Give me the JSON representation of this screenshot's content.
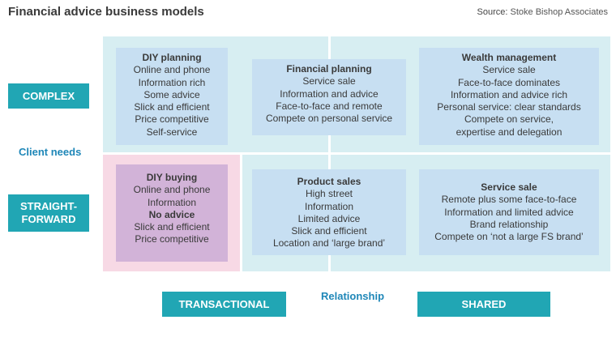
{
  "title": "Financial advice business models",
  "source": {
    "prefix": "Source:",
    "value": "Stoke Bishop Associates"
  },
  "axes": {
    "vertical_label": "Client needs",
    "horizontal_label": "Relationship",
    "rows": [
      "COMPLEX",
      "STRAIGHT-\nFORWARD"
    ],
    "columns": [
      "TRANSACTIONAL",
      "SHARED"
    ]
  },
  "boxes": {
    "diy_planning": {
      "heading": "DIY planning",
      "lines": [
        "Online and phone",
        "Information rich",
        "Some advice",
        "Slick and efficient",
        "Price competitive",
        "Self-service"
      ]
    },
    "financial_planning": {
      "heading": "Financial planning",
      "lines": [
        "Service sale",
        "Information and advice",
        "Face-to-face and remote",
        "Compete on personal service"
      ]
    },
    "wealth_management": {
      "heading": "Wealth management",
      "lines": [
        "Service sale",
        "Face-to-face dominates",
        "Information and advice rich",
        "Personal service: clear standards",
        "Compete on service,",
        "expertise and delegation"
      ]
    },
    "diy_buying": {
      "heading": "DIY buying",
      "lines": [
        "Online and phone",
        "Information",
        "No advice",
        "Slick and efficient",
        "Price competitive"
      ]
    },
    "product_sales": {
      "heading": "Product sales",
      "lines": [
        "High street",
        "Information",
        "Limited advice",
        "Slick and efficient",
        "Location and ‘large brand’"
      ]
    },
    "service_sale": {
      "heading": "Service sale",
      "lines": [
        "Remote plus some face-to-face",
        "Information and limited advice",
        "Brand relationship",
        "Compete on ‘not a large FS brand’"
      ]
    }
  },
  "colors": {
    "teal_tag": "#21a6b4",
    "axis_blue": "#1f87b8",
    "grid_bg": "#d7eef2",
    "box_blue": "#c7dff2",
    "pink_zone": "#f7d9e5",
    "purple_box": "#d2b3d8"
  }
}
